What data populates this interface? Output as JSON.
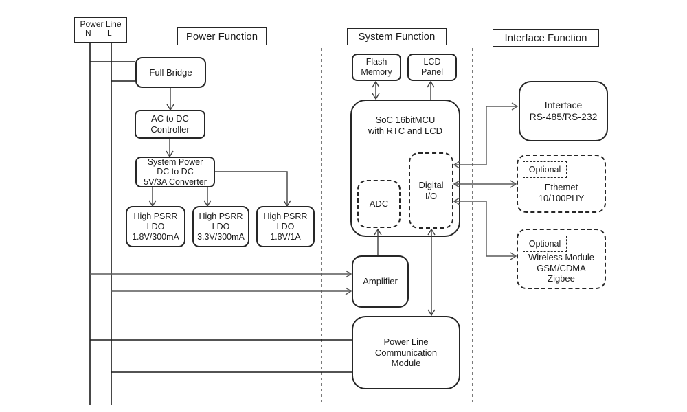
{
  "sections": {
    "power": "Power Function",
    "system": "System Function",
    "interface": "Interface Function"
  },
  "nodes": {
    "power_line": {
      "title": "Power Line",
      "n": "N",
      "l": "L"
    },
    "full_bridge": "Full Bridge",
    "ac_dc": "AC to DC\nController",
    "sys_power": "System Power\nDC to DC\n5V/3A Converter",
    "ldo_1v8_300ma": "High PSRR\nLDO\n1.8V/300mA",
    "ldo_3v3_300ma": "High PSRR\nLDO\n3.3V/300mA",
    "ldo_1v8_1a": "High PSRR\nLDO\n1.8V/1A",
    "flash": "Flash\nMemory",
    "lcd": "LCD\nPanel",
    "soc": "SoC 16bitMCU\nwith RTC and LCD",
    "adc": "ADC",
    "digital_io": "Digital\nI/O",
    "amplifier": "Amplifier",
    "plc": "Power Line\nCommunication\nModule",
    "rs_interface": "Interface\nRS-485/RS-232",
    "ethernet": {
      "optional": "Optional",
      "label": "Ethemet\n10/100PHY"
    },
    "wireless": {
      "optional": "Optional",
      "label": "Wireless Module\nGSM/CDMA\nZigbee"
    }
  },
  "colors": {
    "box_border": "#262626",
    "plain_line": "#1a1a1a",
    "dark_arrow": "#404040",
    "gray_arrow": "#595959",
    "separator": "#333333",
    "background": "#ffffff"
  }
}
